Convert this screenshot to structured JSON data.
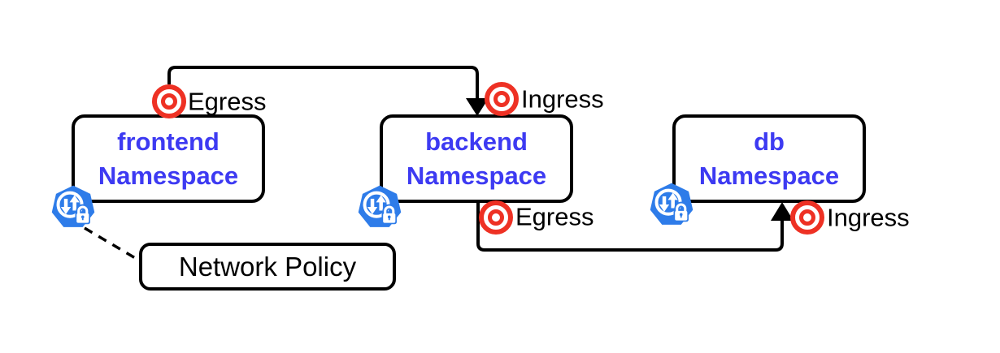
{
  "diagram": {
    "title": "kubernetes-namespace-network-policy-diagram",
    "background": "#ffffff",
    "colors": {
      "namespace_text": "#3d3af2",
      "marker_red": "#ee3124",
      "k8s_blue": "#2e7ce9",
      "line_black": "#000000"
    },
    "namespaces": [
      {
        "name": "frontend",
        "type_label": "Namespace"
      },
      {
        "name": "backend",
        "type_label": "Namespace"
      },
      {
        "name": "db",
        "type_label": "Namespace"
      }
    ],
    "edge_labels": [
      {
        "text": "Egress"
      },
      {
        "text": "Ingress"
      },
      {
        "text": "Egress"
      },
      {
        "text": "Ingress"
      }
    ],
    "policy_box": {
      "label": "Network Policy"
    },
    "edges": [
      {
        "from": "frontend",
        "to": "backend",
        "from_label": "Egress",
        "to_label": "Ingress"
      },
      {
        "from": "backend",
        "to": "db",
        "from_label": "Egress",
        "to_label": "Ingress"
      }
    ],
    "icons": [
      {
        "name": "network-policy-icon"
      },
      {
        "name": "port-marker-icon"
      }
    ]
  }
}
